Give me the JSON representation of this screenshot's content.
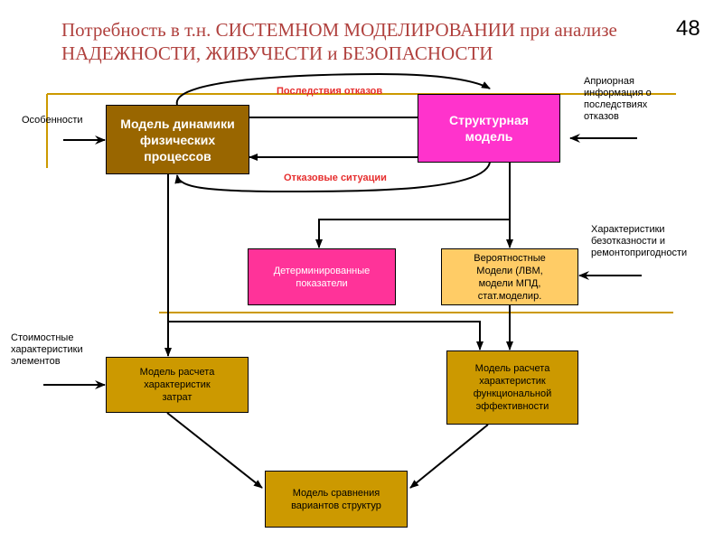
{
  "title": {
    "line1": "Потребность в т.н. СИСТЕМНОМ МОДЕЛИРОВАНИИ при анализе",
    "line2": "НАДЕЖНОСТИ, ЖИВУЧЕСТИ и БЕЗОПАСНОСТИ"
  },
  "page_number": "48",
  "boxes": {
    "dynamics_model": {
      "lines": [
        "Модель динамики",
        "физических",
        "процессов"
      ]
    },
    "structural_model": {
      "lines": [
        "Структурная",
        "модель"
      ]
    },
    "deterministic": {
      "lines": [
        "Детерминированные",
        "показатели"
      ]
    },
    "probabilistic": {
      "lines": [
        "Вероятностные",
        "Модели (ЛВМ,",
        "модели МПД,",
        "стат.моделир."
      ]
    },
    "cost_model": {
      "lines": [
        "Модель расчета",
        "характеристик",
        "затрат"
      ]
    },
    "efficiency_model": {
      "lines": [
        "Модель расчета",
        "характеристик",
        "функциональной",
        "эффективности"
      ]
    },
    "comparison_model": {
      "lines": [
        "Модель сравнения",
        "вариантов структур"
      ]
    }
  },
  "labels": {
    "features": "Особенности",
    "consequences": "Последствия отказов",
    "failure_situations": "Отказовые ситуации",
    "apriori": [
      "Априорная",
      "информация о",
      "последствиях",
      "отказов"
    ],
    "characteristics": [
      "Характеристики",
      "безотказности и",
      "ремонтопригодности"
    ],
    "cost_chars": [
      "Стоимостные",
      "характеристики",
      "элементов"
    ]
  },
  "colors": {
    "title": "#b0413e",
    "divider": "#cc9900",
    "red_label": "#e62e2e",
    "dynamics_box": "#996600",
    "structural_box": "#ff33cc",
    "deterministic_box": "#ff3399",
    "probabilistic_box": "#ffcc66",
    "model_box": "#cc9900"
  }
}
